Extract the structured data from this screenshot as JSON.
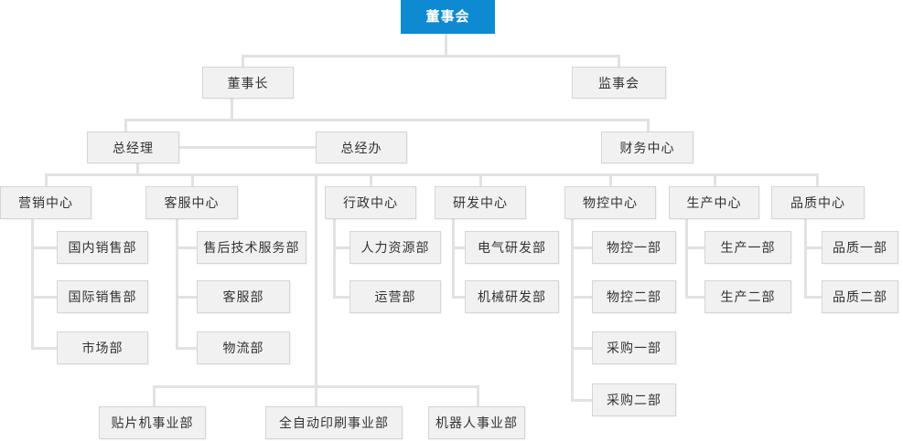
{
  "colors": {
    "accent_blue": "#0d8ad2",
    "root_text": "#ffffff",
    "node_fill": "#f1f1f1",
    "node_border": "#d5d5d5",
    "node_text": "#333333",
    "line_color": "#e2e2e2",
    "background": "#ffffff"
  },
  "nodes": {
    "board": {
      "label": "董事会"
    },
    "chairman": {
      "label": "董事长"
    },
    "supervisory": {
      "label": "监事会"
    },
    "gm": {
      "label": "总经理"
    },
    "gm_office": {
      "label": "总经办"
    },
    "finance": {
      "label": "财务中心"
    },
    "marketing": {
      "label": "营销中心"
    },
    "customer_service": {
      "label": "客服中心"
    },
    "admin": {
      "label": "行政中心"
    },
    "rnd": {
      "label": "研发中心"
    },
    "material": {
      "label": "物控中心"
    },
    "production": {
      "label": "生产中心"
    },
    "quality": {
      "label": "品质中心"
    },
    "domestic_sales": {
      "label": "国内销售部"
    },
    "intl_sales": {
      "label": "国际销售部"
    },
    "market_dept": {
      "label": "市场部"
    },
    "aftersales": {
      "label": "售后技术服务部"
    },
    "cs_dept": {
      "label": "客服部"
    },
    "logistics": {
      "label": "物流部"
    },
    "hr": {
      "label": "人力资源部"
    },
    "operations": {
      "label": "运营部"
    },
    "electrical_rnd": {
      "label": "电气研发部"
    },
    "mechanical_rnd": {
      "label": "机械研发部"
    },
    "material1": {
      "label": "物控一部"
    },
    "material2": {
      "label": "物控二部"
    },
    "purchasing1": {
      "label": "采购一部"
    },
    "purchasing2": {
      "label": "采购二部"
    },
    "production1": {
      "label": "生产一部"
    },
    "production2": {
      "label": "生产二部"
    },
    "quality1": {
      "label": "品质一部"
    },
    "quality2": {
      "label": "品质二部"
    },
    "smt_division": {
      "label": "贴片机事业部"
    },
    "printing_division": {
      "label": "全自动印刷事业部"
    },
    "robot_division": {
      "label": "机器人事业部"
    }
  },
  "edges": [
    [
      "board",
      "chairman"
    ],
    [
      "board",
      "supervisory"
    ],
    [
      "chairman",
      "gm"
    ],
    [
      "chairman",
      "finance"
    ],
    [
      "gm",
      "marketing"
    ],
    [
      "gm",
      "customer_service"
    ],
    [
      "gm",
      "admin"
    ],
    [
      "gm",
      "rnd"
    ],
    [
      "gm",
      "material"
    ],
    [
      "gm",
      "production"
    ],
    [
      "gm",
      "quality"
    ],
    [
      "gm",
      "smt_division"
    ],
    [
      "gm",
      "printing_division"
    ],
    [
      "gm",
      "robot_division"
    ],
    [
      "marketing",
      "domestic_sales"
    ],
    [
      "marketing",
      "intl_sales"
    ],
    [
      "marketing",
      "market_dept"
    ],
    [
      "customer_service",
      "aftersales"
    ],
    [
      "customer_service",
      "cs_dept"
    ],
    [
      "customer_service",
      "logistics"
    ],
    [
      "admin",
      "hr"
    ],
    [
      "admin",
      "operations"
    ],
    [
      "rnd",
      "electrical_rnd"
    ],
    [
      "rnd",
      "mechanical_rnd"
    ],
    [
      "material",
      "material1"
    ],
    [
      "material",
      "material2"
    ],
    [
      "material",
      "purchasing1"
    ],
    [
      "material",
      "purchasing2"
    ],
    [
      "production",
      "production1"
    ],
    [
      "production",
      "production2"
    ],
    [
      "quality",
      "quality1"
    ],
    [
      "quality",
      "quality2"
    ]
  ],
  "lateral_edges": [
    [
      "gm",
      "gm_office"
    ]
  ]
}
